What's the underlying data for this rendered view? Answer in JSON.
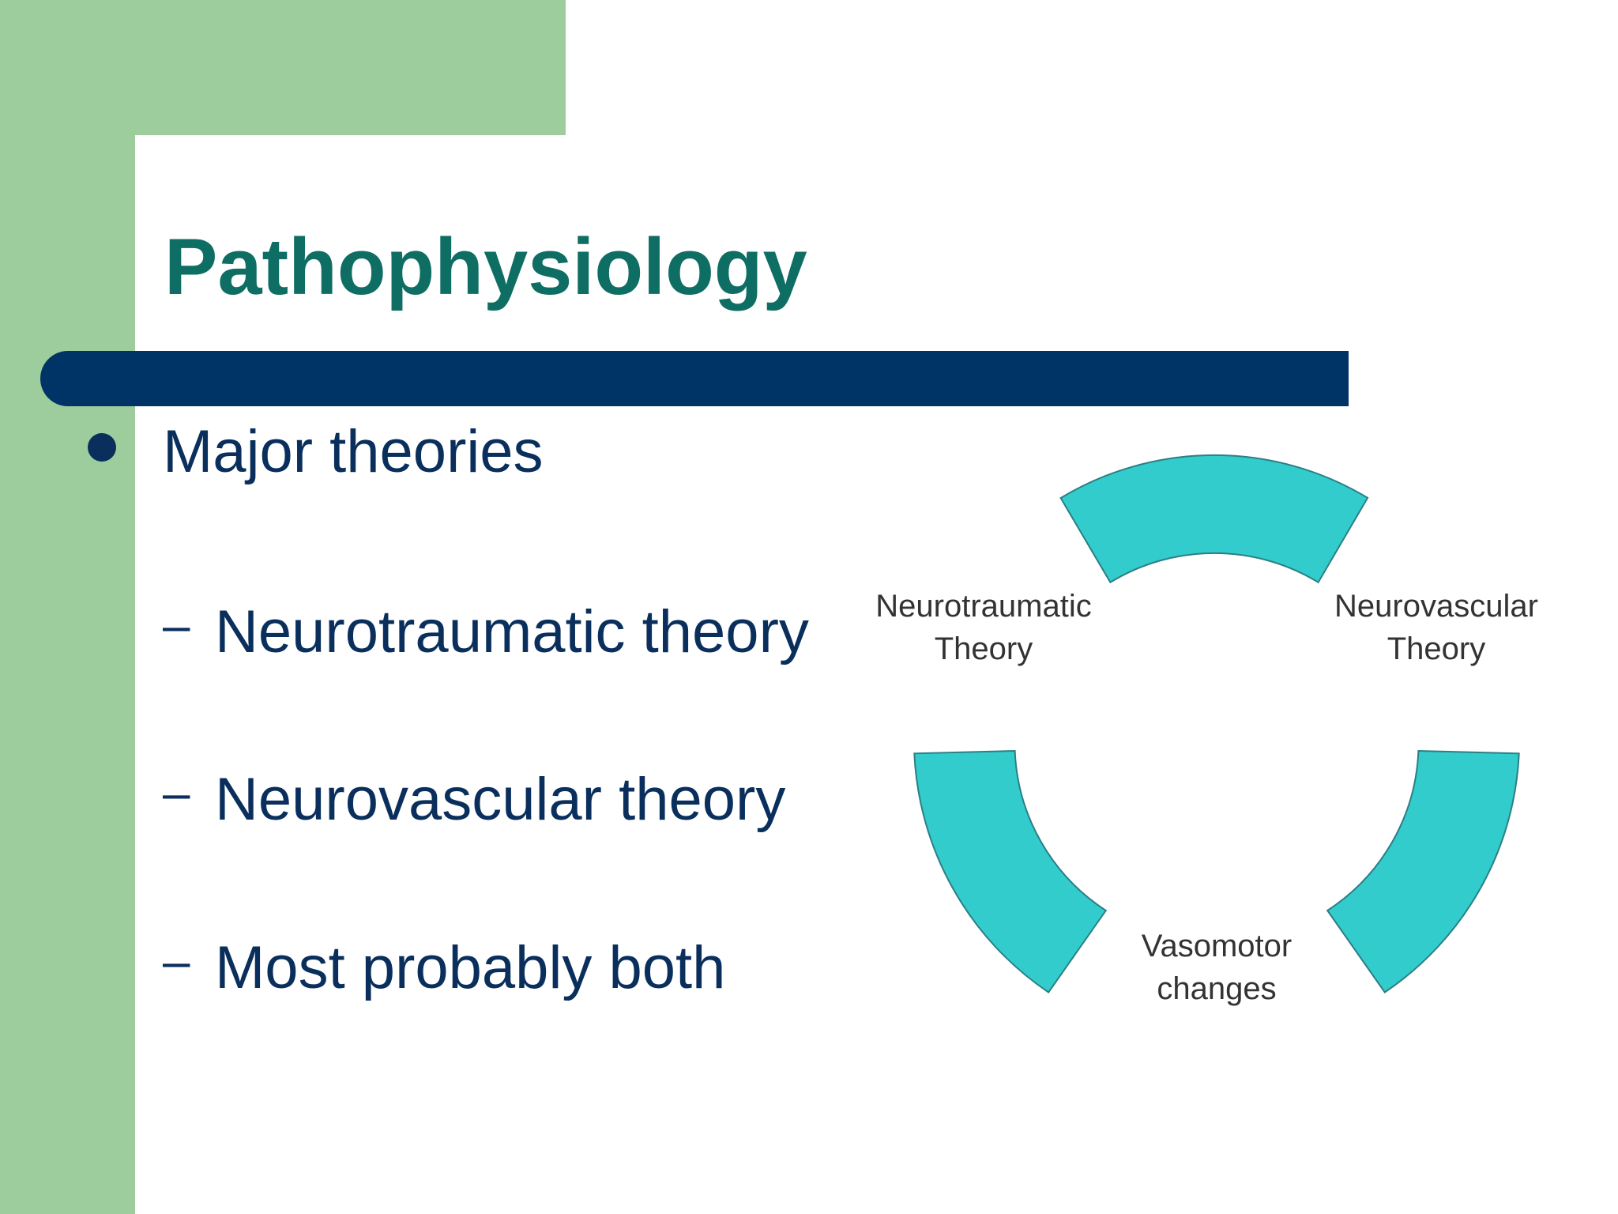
{
  "slide": {
    "title": "Pathophysiology",
    "bullet": "Major theories",
    "sub_bullets": [
      {
        "dash": "–",
        "text": "Neurotraumatic theory"
      },
      {
        "dash": "–",
        "text": "Neurovascular theory"
      },
      {
        "dash": "–",
        "text": "Most probably both"
      }
    ]
  },
  "diagram": {
    "segment_color": "#33cccc",
    "labels": {
      "left_line1": "Neurotraumatic",
      "left_line2": "Theory",
      "right_line1": "Neurovascular",
      "right_line2": "Theory",
      "bottom_line1": "Vasomotor",
      "bottom_line2": "changes"
    }
  },
  "colors": {
    "green": "#9dcc9d",
    "navy": "#003366",
    "title_teal": "#0f6e64",
    "text_navy": "#0a2f5c"
  }
}
